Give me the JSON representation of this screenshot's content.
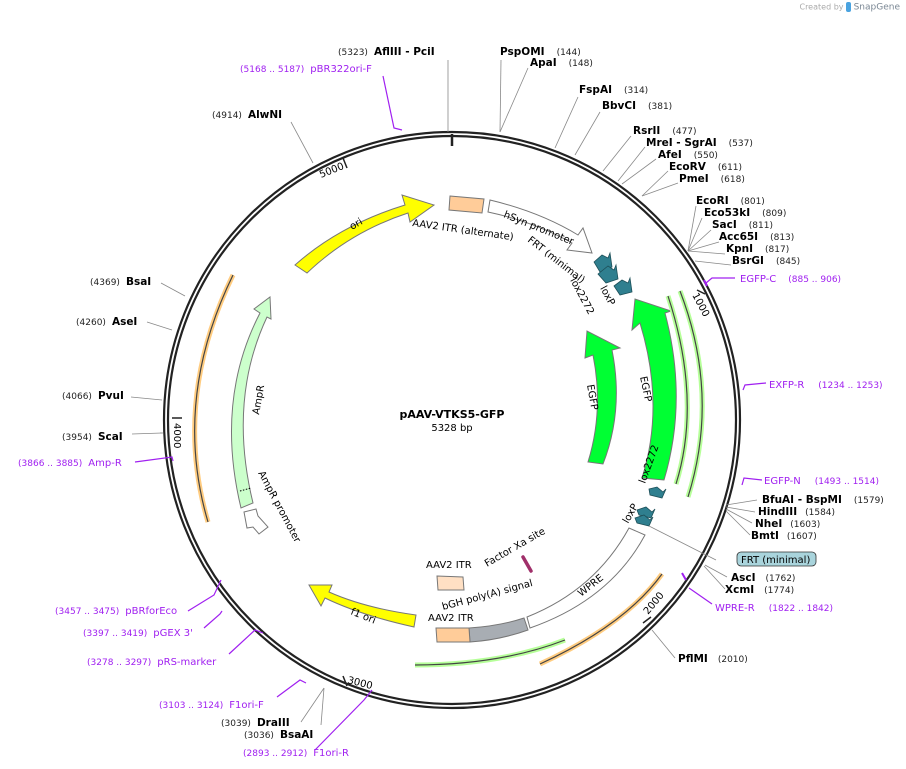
{
  "credit": {
    "prefix": "Created by",
    "brand": "SnapGene"
  },
  "plasmid": {
    "name": "pAAV-VTKS5-GFP",
    "length_label": "5328 bp",
    "length": 5328
  },
  "ticks": [
    "1000",
    "2000",
    "3000",
    "4000",
    "5000"
  ],
  "colors": {
    "ori": "#ffff00",
    "itr": "#ffcc99",
    "egfp": "#00ff33",
    "ampr": "#ccffcc",
    "lox": "#2f7f8f",
    "polyA": "#a8adb3",
    "primer": "#a020f0",
    "orange_hl": "#ffcc80",
    "green_hl": "#b6ff99"
  },
  "enzymes": [
    {
      "name": "AflIII  - PciI",
      "pos": "(5323)"
    },
    {
      "name": "PspOMI",
      "pos": "(144)"
    },
    {
      "name": "ApaI",
      "pos": "(148)"
    },
    {
      "name": "FspAI",
      "pos": "(314)"
    },
    {
      "name": "BbvCI",
      "pos": "(381)"
    },
    {
      "name": "RsrII",
      "pos": "(477)"
    },
    {
      "name": "MreI  - SgrAI",
      "pos": "(537)"
    },
    {
      "name": "AfeI",
      "pos": "(550)"
    },
    {
      "name": "EcoRV",
      "pos": "(611)"
    },
    {
      "name": "PmeI",
      "pos": "(618)"
    },
    {
      "name": "EcoRI",
      "pos": "(801)"
    },
    {
      "name": "Eco53kI",
      "pos": "(809)"
    },
    {
      "name": "SacI",
      "pos": "(811)"
    },
    {
      "name": "Acc65I",
      "pos": "(813)"
    },
    {
      "name": "KpnI",
      "pos": "(817)"
    },
    {
      "name": "BsrGI",
      "pos": "(845)"
    },
    {
      "name": "BfuAI  - BspMI",
      "pos": "(1579)"
    },
    {
      "name": "HindIII",
      "pos": "(1584)"
    },
    {
      "name": "NheI",
      "pos": "(1603)"
    },
    {
      "name": "BmtI",
      "pos": "(1607)"
    },
    {
      "name": "AscI",
      "pos": "(1762)"
    },
    {
      "name": "XcmI",
      "pos": "(1774)"
    },
    {
      "name": "PflMI",
      "pos": "(2010)"
    },
    {
      "name": "DraIII",
      "pos": "(3039)"
    },
    {
      "name": "BsaAI",
      "pos": "(3036)"
    },
    {
      "name": "ScaI",
      "pos": "(3954)"
    },
    {
      "name": "PvuI",
      "pos": "(4066)"
    },
    {
      "name": "AseI",
      "pos": "(4260)"
    },
    {
      "name": "BsaI",
      "pos": "(4369)"
    },
    {
      "name": "AlwNI",
      "pos": "(4914)"
    }
  ],
  "primers": [
    {
      "name": "pBR322ori-F",
      "range": "(5168 .. 5187)"
    },
    {
      "name": "EGFP-C",
      "range": "(885 .. 906)"
    },
    {
      "name": "EXFP-R",
      "range": "(1234 .. 1253)"
    },
    {
      "name": "EGFP-N",
      "range": "(1493 .. 1514)"
    },
    {
      "name": "WPRE-R",
      "range": "(1822 .. 1842)"
    },
    {
      "name": "F1ori-R",
      "range": "(2893 .. 2912)"
    },
    {
      "name": "F1ori-F",
      "range": "(3103 .. 3124)"
    },
    {
      "name": "pRS-marker",
      "range": "(3278 .. 3297)"
    },
    {
      "name": "pGEX 3'",
      "range": "(3397 .. 3419)"
    },
    {
      "name": "pBRforEco",
      "range": "(3457 .. 3475)"
    },
    {
      "name": "Amp-R",
      "range": "(3866 .. 3885)"
    }
  ],
  "features": {
    "ori": "ori",
    "itr_alt": "AAV2 ITR (alternate)",
    "hsyn": "hSyn promoter",
    "frt_inner": "FRT (minimal)",
    "lox2272_top": "lox2272",
    "loxp_top": "loxP",
    "egfp_inner": "EGFP",
    "egfp_outer": "EGFP",
    "lox2272_bottom": "lox2272",
    "loxp_bottom": "loxP",
    "frt_box": "FRT (minimal)",
    "wpre": "WPRE",
    "factor_xa": "Factor Xa site",
    "itr_inner": "AAV2 ITR",
    "bgh": "bGH poly(A) signal",
    "itr_bottom": "AAV2 ITR",
    "f1ori": "f1 ori",
    "ampr": "AmpR",
    "ampr_promoter": "AmpR promoter"
  }
}
